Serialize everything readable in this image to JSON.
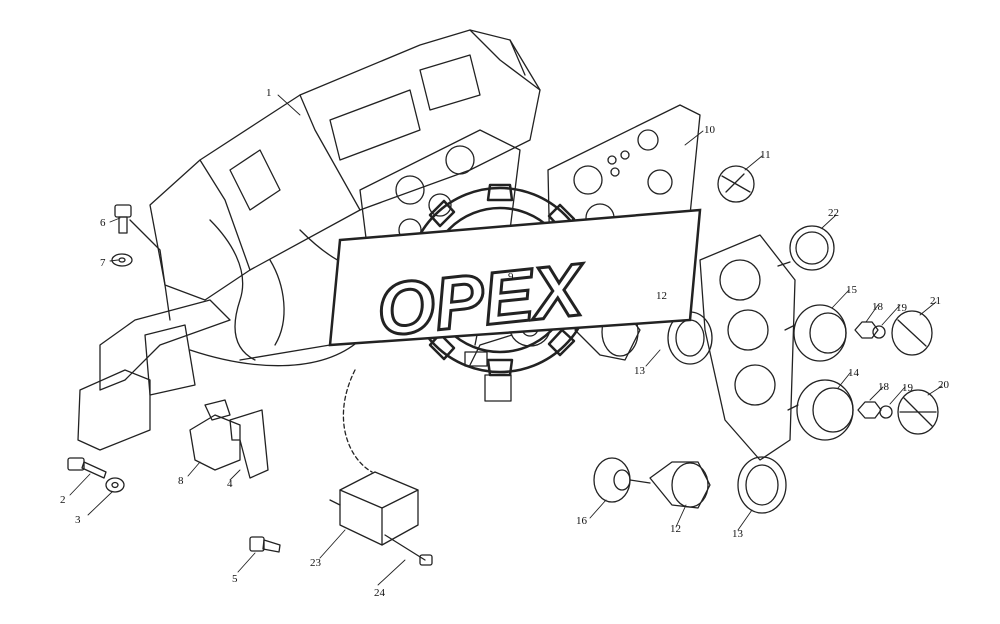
{
  "watermark": {
    "text": "OPEX"
  },
  "callouts": [
    {
      "id": "c1",
      "label": "1"
    },
    {
      "id": "c2",
      "label": "2"
    },
    {
      "id": "c3",
      "label": "3"
    },
    {
      "id": "c4",
      "label": "4"
    },
    {
      "id": "c5",
      "label": "5"
    },
    {
      "id": "c6",
      "label": "6"
    },
    {
      "id": "c7",
      "label": "7"
    },
    {
      "id": "c8",
      "label": "8"
    },
    {
      "id": "c9",
      "label": "9"
    },
    {
      "id": "c10",
      "label": "10"
    },
    {
      "id": "c11",
      "label": "11"
    },
    {
      "id": "c12a",
      "label": "12"
    },
    {
      "id": "c12b",
      "label": "12"
    },
    {
      "id": "c13a",
      "label": "13"
    },
    {
      "id": "c13b",
      "label": "13"
    },
    {
      "id": "c14",
      "label": "14"
    },
    {
      "id": "c15",
      "label": "15"
    },
    {
      "id": "c16",
      "label": "16"
    },
    {
      "id": "c18a",
      "label": "18"
    },
    {
      "id": "c18b",
      "label": "18"
    },
    {
      "id": "c19a",
      "label": "19"
    },
    {
      "id": "c19b",
      "label": "19"
    },
    {
      "id": "c20",
      "label": "20"
    },
    {
      "id": "c21",
      "label": "21"
    },
    {
      "id": "c22",
      "label": "22"
    },
    {
      "id": "c23",
      "label": "23"
    },
    {
      "id": "c24",
      "label": "24"
    }
  ]
}
